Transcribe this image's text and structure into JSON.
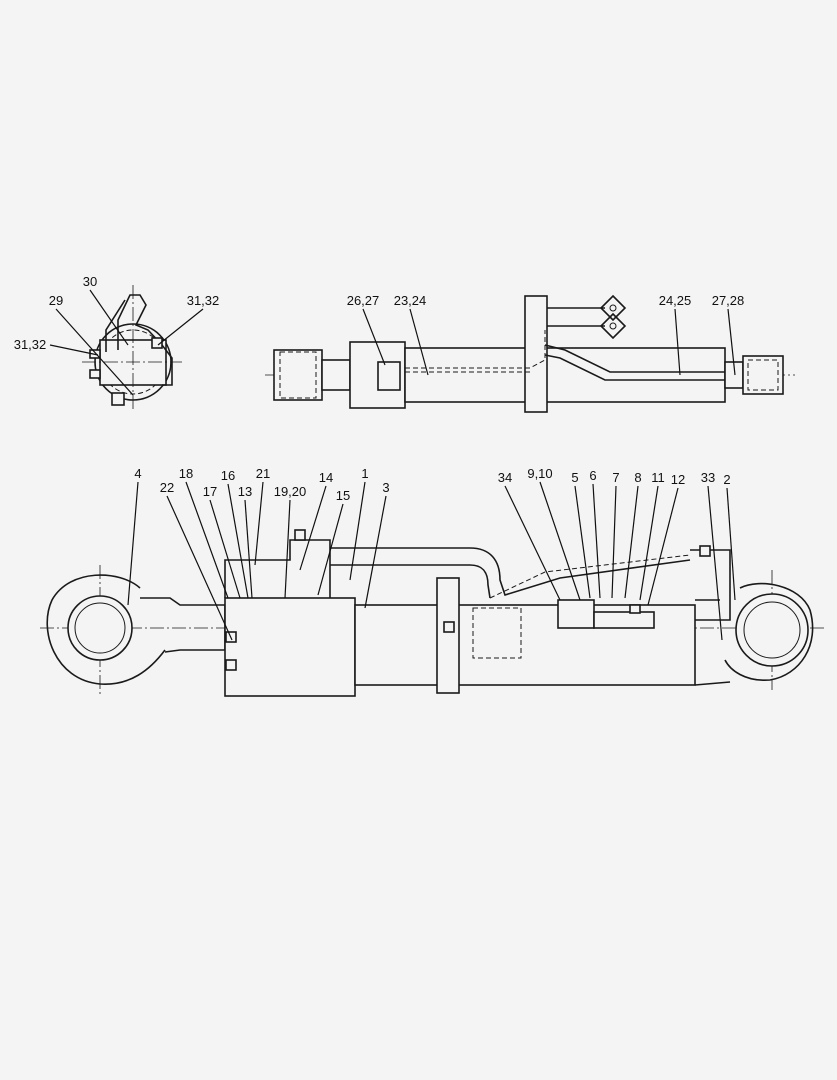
{
  "end_view_labels": [
    "30",
    "29",
    "31,32",
    "31,32"
  ],
  "side_view_labels": [
    "26,27",
    "23,24",
    "24,25",
    "27,28"
  ],
  "main_view_labels": [
    "4",
    "22",
    "18",
    "17",
    "16",
    "13",
    "21",
    "19,20",
    "14",
    "15",
    "1",
    "3",
    "34",
    "9,10",
    "5",
    "6",
    "7",
    "8",
    "11",
    "12",
    "33",
    "2"
  ]
}
